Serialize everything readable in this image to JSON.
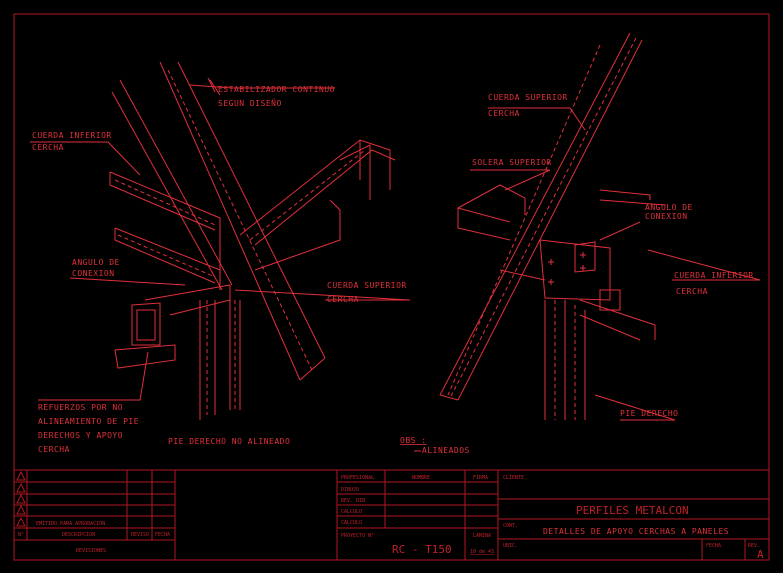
{
  "left_detail": {
    "labels": {
      "estabilizador_1": "ESTABILIZADOR CONTINUO",
      "estabilizador_2": "SEGUN DISEÑO",
      "cuerda_inferior_1": "CUERDA INFERIOR",
      "cuerda_inferior_2": "CERCHA",
      "angulo_1": "ANGULO DE",
      "angulo_2": "CONEXION",
      "cuerda_superior_1": "CUERDA SUPERIOR",
      "cuerda_superior_2": "CERCHA",
      "refuerzos_1": "REFUERZOS POR NO",
      "refuerzos_2": "ALINEAMIENTO DE PIE",
      "refuerzos_3": "DERECHOS Y APOYO",
      "refuerzos_4": "CERCHA"
    },
    "caption": "PIE DERECHO NO ALINEADO"
  },
  "right_detail": {
    "labels": {
      "cuerda_superior_1": "CUERDA SUPERIOR",
      "cuerda_superior_2": "CERCHA",
      "solera": "SOLERA SUPERIOR",
      "angulo_1": "ANGULO DE",
      "angulo_2": "CONEXION",
      "cuerda_inferior_1": "CUERDA INFERIOR",
      "cuerda_inferior_2": "CERCHA",
      "pie_derecho": "PIE DERECHO"
    },
    "obs_label": "OBS :",
    "obs_value": "ALINEADOS"
  },
  "title_block": {
    "revisions": {
      "rows": [
        "",
        "",
        "",
        "",
        "EMITIDO PARA APROBACION"
      ],
      "headers": {
        "n": "N°",
        "descripcion": "DESCRIPCION",
        "reviso": "REVISO",
        "fecha": "FECHA"
      },
      "footer": "REVISIONES"
    },
    "professionals": {
      "headers": {
        "profesional": "PROFESIONAL",
        "nombre": "NOMBRE",
        "firma": "FIRMA"
      },
      "roles": [
        "DIBUJO",
        "REV. DIB",
        "CALCULO",
        "CALCULO"
      ]
    },
    "proyecto_label": "PROYECTO N°",
    "proyecto_value": "RC - T150",
    "lamina_label": "LAMINA",
    "lamina_value": "10 de 43",
    "cliente_label": "CLIENTE",
    "title": "PERFILES METALCON",
    "cont_label": "CONT.",
    "subtitle": "DETALLES DE APOYO CERCHAS A PANELES",
    "ubic_label": "UBIC.",
    "fecha_label": "FECHA",
    "rev_label": "REV.",
    "rev_value": "A"
  },
  "colors": {
    "line": "#e0303a",
    "frame": "#b01820",
    "background": "#000000"
  }
}
